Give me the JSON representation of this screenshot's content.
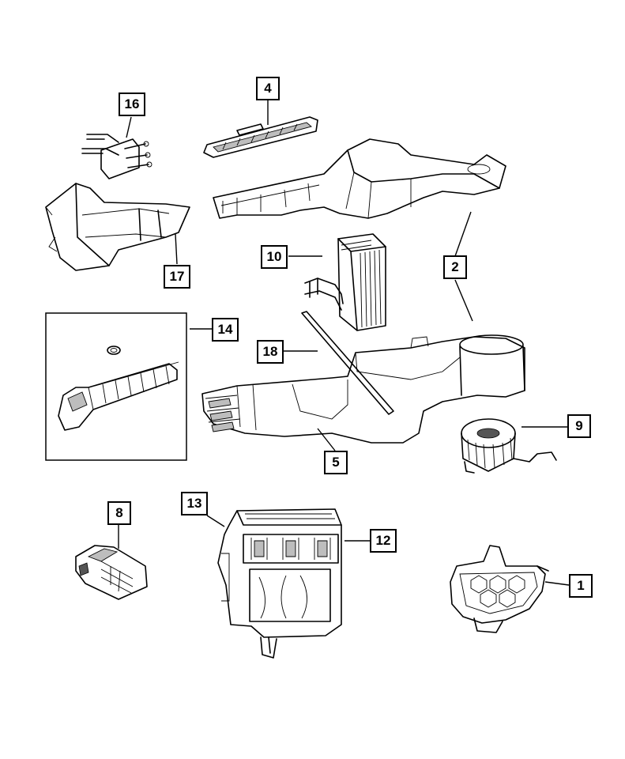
{
  "callouts": {
    "c1": "1",
    "c2": "2",
    "c4": "4",
    "c5": "5",
    "c8": "8",
    "c9": "9",
    "c10": "10",
    "c12": "12",
    "c13": "13",
    "c14": "14",
    "c16": "16",
    "c17": "17",
    "c18": "18"
  }
}
